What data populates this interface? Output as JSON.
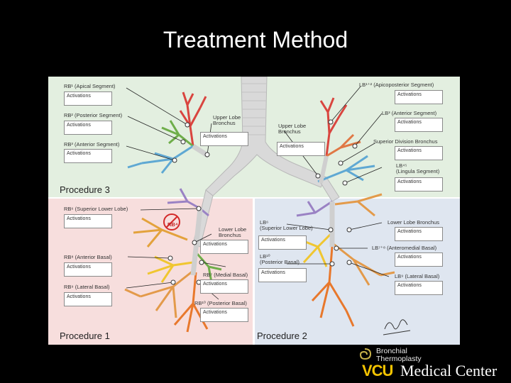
{
  "slide": {
    "title": "Treatment Method"
  },
  "procedures": {
    "p3": "Procedure 3",
    "p1": "Procedure 1",
    "p2": "Procedure 2"
  },
  "box_text": "Activations",
  "labels": {
    "rb1": "RB¹ (Apical Segment)",
    "rb2": "RB² (Posterior Segment)",
    "rb3": "RB³ (Anterior Segment)",
    "rb6": "RB⁶ (Superior Lower Lobe)",
    "rb8": "RB⁸ (Anterior Basal)",
    "rb9": "RB⁹ (Lateral Basal)",
    "rb7": "RB⁷ (Medial Basal)",
    "rb10": "RB¹⁰ (Posterior Basal)",
    "rb4": "RB⁴",
    "upper_r": "Upper Lobe\nBronchus",
    "lower_r": "Lower Lobe\nBronchus",
    "upper_l": "Upper Lobe\nBronchus",
    "lb12": "LB¹⁺² (Apicoposterior Segment)",
    "lb3": "LB³ (Anterior Segment)",
    "superior_div": "Superior Division Bronchus",
    "lb45": "LB⁴⁵\n(Lingula Segment)",
    "lb6": "LB⁶\n(Superior Lower Lobe)",
    "lower_l": "Lower Lobe Bronchus",
    "lb78": "LB⁷⁺⁸ (Anteromedial Basal)",
    "lb10": "LB¹⁰\n(Posterior Basal)",
    "lb9": "LB⁹ (Lateral Basal)"
  },
  "logo": {
    "line1": "Bronchial",
    "line2": "Thermoplasty",
    "vcu": "VCU",
    "mc": "Medical Center"
  },
  "colors": {
    "background": "#000000",
    "procedure3": "#e3efe0",
    "procedure1": "#f7dedd",
    "procedure2": "#dfe6f0"
  }
}
